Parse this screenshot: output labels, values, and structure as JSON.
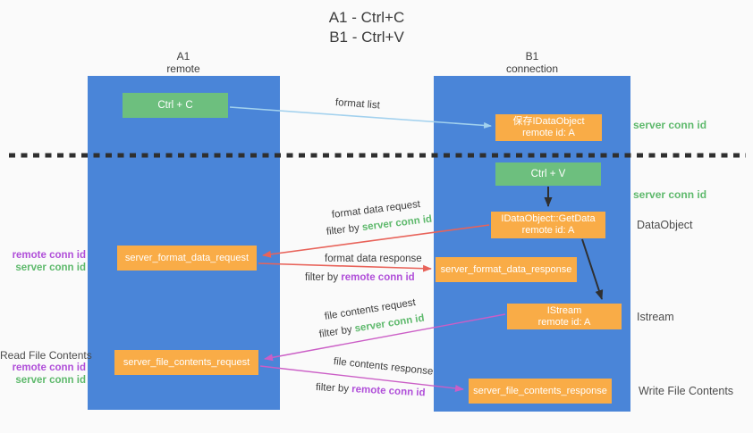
{
  "title": {
    "line1": "A1 - Ctrl+C",
    "line2": "B1 - Ctrl+V"
  },
  "columns": {
    "a1": {
      "name": "A1",
      "subtitle": "remote"
    },
    "b1": {
      "name": "B1",
      "subtitle": "connection"
    }
  },
  "nodes": {
    "ctrl_c": {
      "label": "Ctrl + C"
    },
    "save_idataobject": {
      "line1": "保存IDataObject",
      "line2": "remote id: A"
    },
    "ctrl_v": {
      "label": "Ctrl + V"
    },
    "getdata": {
      "line1": "IDataObject::GetData",
      "line2": "remote id: A"
    },
    "format_request": {
      "label": "server_format_data_request"
    },
    "format_response": {
      "label": "server_format_data_response"
    },
    "istream": {
      "line1": "IStream",
      "line2": "remote id: A"
    },
    "file_request": {
      "label": "server_file_contents_request"
    },
    "file_response": {
      "label": "server_file_contents_response"
    }
  },
  "arrow_labels": {
    "format_list": "format list",
    "format_data_request": "format data request",
    "format_data_response": "format data response",
    "file_contents_request": "file contents request",
    "file_contents_response": "file contents response",
    "filter_by_prefix": "filter by ",
    "server_conn_id": "server conn id",
    "remote_conn_id": "remote conn id"
  },
  "annotations": {
    "server_conn_id_top": "server conn id",
    "server_conn_id_mid": "server conn id",
    "dataobject": "DataObject",
    "istream": "Istream",
    "write_file_contents": "Write File Contents",
    "read_file_contents": "Read File Contents",
    "remote_conn_id": "remote conn id",
    "server_conn_id": "server conn id"
  },
  "colors": {
    "panel_blue": "#4a85d8",
    "action_green": "#6dbf7e",
    "node_orange": "#f9ac47",
    "request_red": "#e8635a",
    "contents_magenta": "#cb5ec6",
    "format_list_blue": "#a2d1ee",
    "server_conn_green": "#5eb96c",
    "remote_conn_purple": "#b04fd9",
    "divider_black": "#2f2f2f",
    "text_gray": "#4c4c4c"
  }
}
